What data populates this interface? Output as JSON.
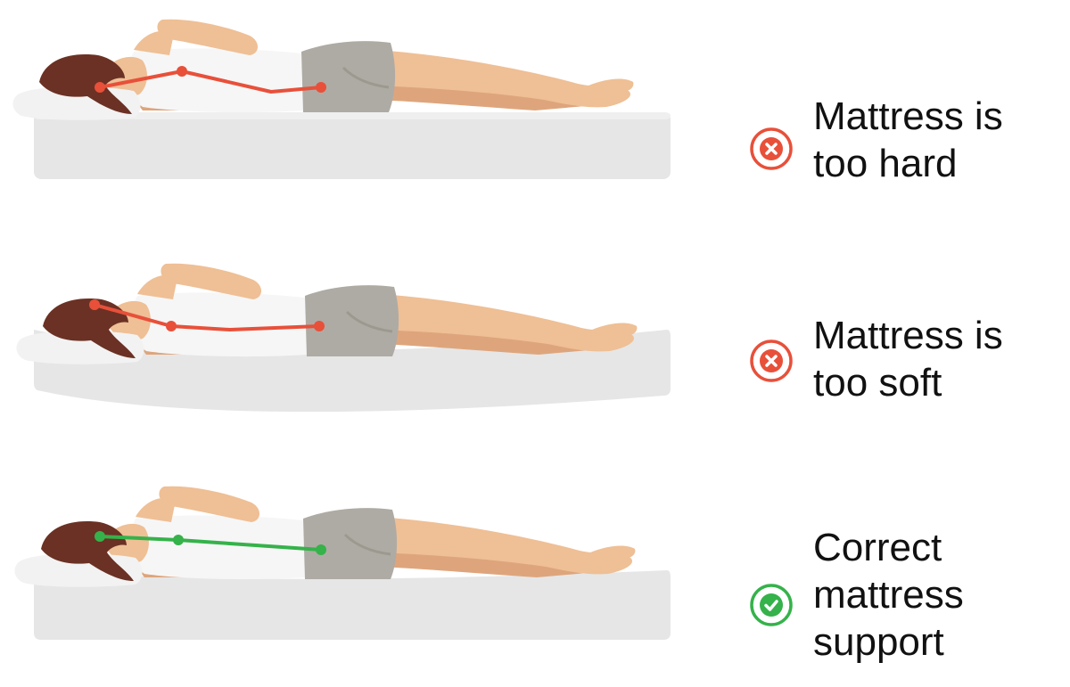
{
  "colors": {
    "bad": "#e8503a",
    "good": "#35b24a",
    "mattress": "#e6e6e6",
    "mattress_edge": "#d5d5d5",
    "skin": "#efbf95",
    "skin_shadow": "#dea57c",
    "shirt": "#f6f6f6",
    "shorts": "#aeaba4",
    "hair": "#6b3124",
    "pillow": "#f2f2f2"
  },
  "rows": [
    {
      "id": "too-hard",
      "status_icon": "cross-circle-icon",
      "status_color": "#e8503a",
      "label_lines": [
        "Mattress is",
        "too hard"
      ]
    },
    {
      "id": "too-soft",
      "status_icon": "cross-circle-icon",
      "status_color": "#e8503a",
      "label_lines": [
        "Mattress is",
        "too soft"
      ]
    },
    {
      "id": "correct",
      "status_icon": "check-circle-icon",
      "status_color": "#35b24a",
      "label_lines": [
        "Correct",
        "mattress",
        "support"
      ]
    }
  ]
}
